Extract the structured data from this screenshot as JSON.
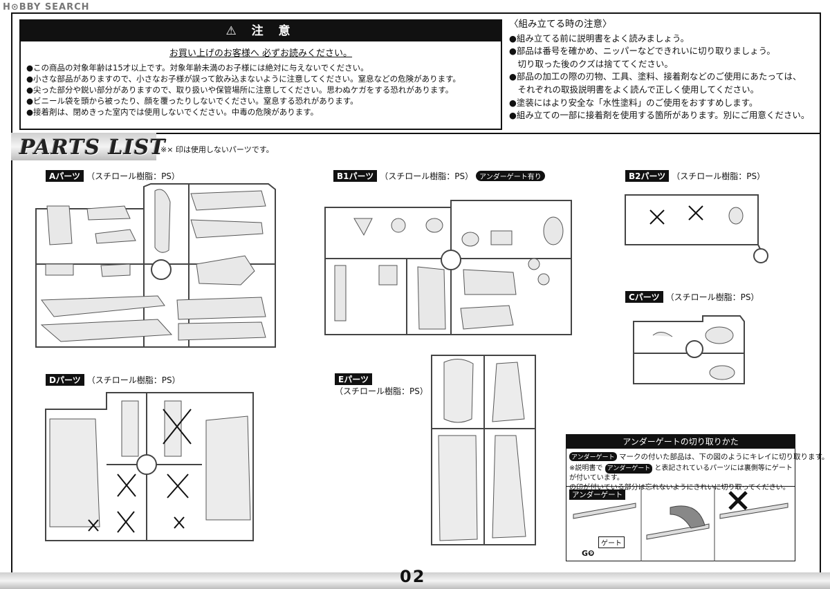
{
  "watermark": "H⊙BBY SEARCH",
  "warning": {
    "title": "⚠ 注 意",
    "subtitle": "お買い上げのお客様へ 必ずお読みください。",
    "items": [
      "●この商品の対象年齢は15才以上です。対象年齢未満のお子様には絶対に与えないでください。",
      "●小さな部品がありますので、小さなお子様が誤って飲み込まないように注意してください。窒息などの危険があります。",
      "●尖った部分や鋭い部分がありますので、取り扱いや保管場所に注意してください。思わぬケガをする恐れがあります。",
      "●ビニール袋を頭から被ったり、顔を覆ったりしないでください。窒息する恐れがあります。",
      "●接着剤は、閉めきった室内では使用しないでください。中毒の危険があります。"
    ]
  },
  "tips": {
    "title": "〈組み立てる時の注意〉",
    "items": [
      "●組み立てる前に説明書をよく読みましょう。",
      "●部品は番号を確かめ、ニッパーなどできれいに切り取りましょう。",
      "　切り取った後のクズは捨ててください。",
      "●部品の加工の際の刃物、工具、塗料、接着剤などのご使用にあたっては、",
      "　それぞれの取扱説明書をよく読んで正しく使用してください。",
      "●塗装にはより安全な「水性塗料」のご使用をおすすめします。",
      "●組み立ての一部に接着剤を使用する箇所があります。別にご用意ください。"
    ]
  },
  "parts_list": {
    "heading": "PARTS LIST",
    "note": "※× 印は使用しないパーツです。"
  },
  "sprues": {
    "A": {
      "tag": "Aパーツ",
      "material": "（スチロール樹脂：PS）"
    },
    "B1": {
      "tag": "B1パーツ",
      "material": "（スチロール樹脂：PS）",
      "badge": "アンダーゲート有り"
    },
    "B2": {
      "tag": "B2パーツ",
      "material": "（スチロール樹脂：PS）"
    },
    "C": {
      "tag": "Cパーツ",
      "material": "（スチロール樹脂：PS）"
    },
    "D": {
      "tag": "Dパーツ",
      "material": "（スチロール樹脂：PS）"
    },
    "E": {
      "tag": "Eパーツ",
      "material": "（スチロール樹脂：PS）"
    }
  },
  "undergate": {
    "title": "アンダーゲートの切り取りかた",
    "tag": "アンダーゲート",
    "line1": "マークの付いた部品は、下の図のようにキレイに切り取ります。",
    "line2a": "※説明書で",
    "line2b": "と表記されているパーツには裏側等にゲートが付いています。",
    "line3": "の印が付いている部分は忘れないようにきれいに切り取ってください。",
    "section": "アンダーゲート",
    "gate": "ゲート",
    "code": "G❾"
  },
  "page_number": "02"
}
